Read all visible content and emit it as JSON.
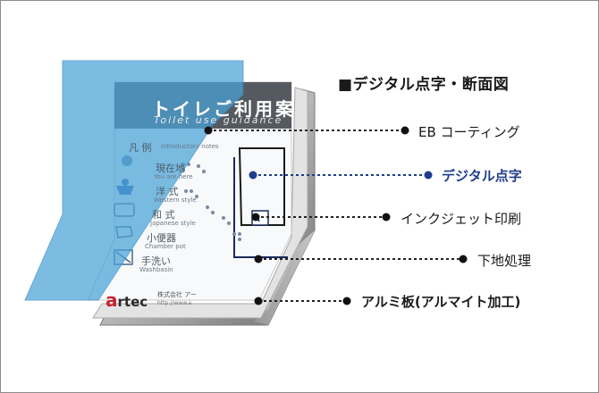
{
  "diagram": {
    "title": "■デジタル点字・断面図",
    "layers": [
      {
        "label": "EB コーティング"
      },
      {
        "label": "デジタル点字"
      },
      {
        "label": "インクジェット印刷"
      },
      {
        "label": "下地処理"
      },
      {
        "label": "アルミ板(アルマイト加工)"
      }
    ],
    "accent_color": "#1f3c8f",
    "coating_color": "#4aa3d8"
  },
  "sign": {
    "title": "トイレご利用案",
    "subtitle": "Toilet use guidance",
    "legend": [
      {
        "ja": "凡 例",
        "en": "Introductory notes"
      },
      {
        "ja": "現在地",
        "en": "You are here"
      },
      {
        "ja": "洋 式",
        "en": "Western style"
      },
      {
        "ja": "和 式",
        "en": "Japanese style"
      },
      {
        "ja": "小便器",
        "en": "Chamber pot"
      },
      {
        "ja": "手洗い",
        "en": "Washbasin"
      }
    ],
    "logo_mark": "a",
    "logo_rest": "rtec",
    "company": "株式会社 アー",
    "url": "http://www.a"
  }
}
